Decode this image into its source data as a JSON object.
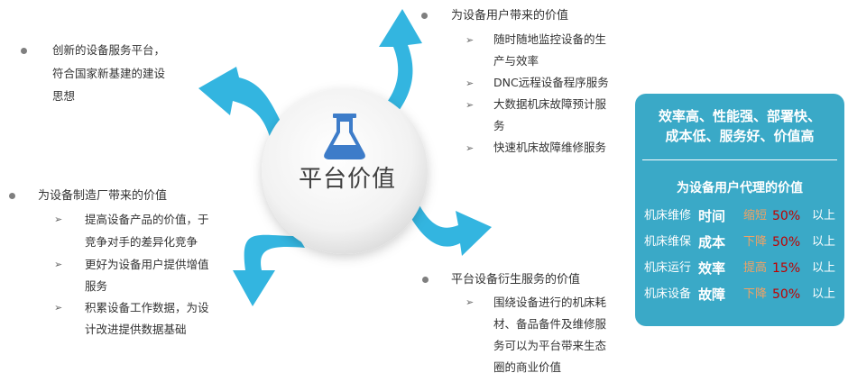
{
  "center": {
    "label": "平台价值",
    "icon": "flask-icon"
  },
  "left_top": {
    "lines": [
      "创新的设备服务平台，",
      "符合国家新基建的建设",
      "思想"
    ]
  },
  "left_bottom": {
    "heading": "为设备制造厂带来的价值",
    "items": [
      [
        "提高设备产品的价值，于",
        "竞争对手的差异化竞争"
      ],
      [
        "更好为设备用户提供增值",
        "服务"
      ],
      [
        "积累设备工作数据，为设",
        "计改进提供数据基础"
      ]
    ]
  },
  "right_top": {
    "heading": "为设备用户带来的价值",
    "items": [
      [
        "随时随地监控设备的生",
        "产与效率"
      ],
      [
        "DNC远程设备程序服务"
      ],
      [
        "大数据机床故障预计服",
        "务"
      ],
      [
        "快速机床故障维修服务"
      ]
    ]
  },
  "right_bottom": {
    "heading": "平台设备衍生服务的价值",
    "items": [
      [
        "围绕设备进行的机床耗",
        "材、备品备件及维修服",
        "务可以为平台带来生态",
        "圈的商业价值"
      ]
    ]
  },
  "panel": {
    "top_lines": [
      "效率高、性能强、部署快、",
      "成本低、服务好、价值高"
    ],
    "subtitle": "为设备用户代理的价值",
    "rows": [
      {
        "prefix": "机床维修",
        "word": "时间",
        "verb": "缩短",
        "pct": "50%",
        "suffix": "以上"
      },
      {
        "prefix": "机床维保",
        "word": "成本",
        "verb": "下降",
        "pct": "50%",
        "suffix": "以上"
      },
      {
        "prefix": "机床运行",
        "word": "效率",
        "verb": "提高",
        "pct": "15%",
        "suffix": "以上"
      },
      {
        "prefix": "机床设备",
        "word": "故障",
        "verb": "下降",
        "pct": "50%",
        "suffix": "以上"
      }
    ]
  },
  "colors": {
    "arrow": "#33b5e0",
    "panel": "#3aa9c7",
    "flask": "#3d7cc9",
    "highlight_verb": "#f0a264",
    "highlight_pct": "#c00000"
  }
}
